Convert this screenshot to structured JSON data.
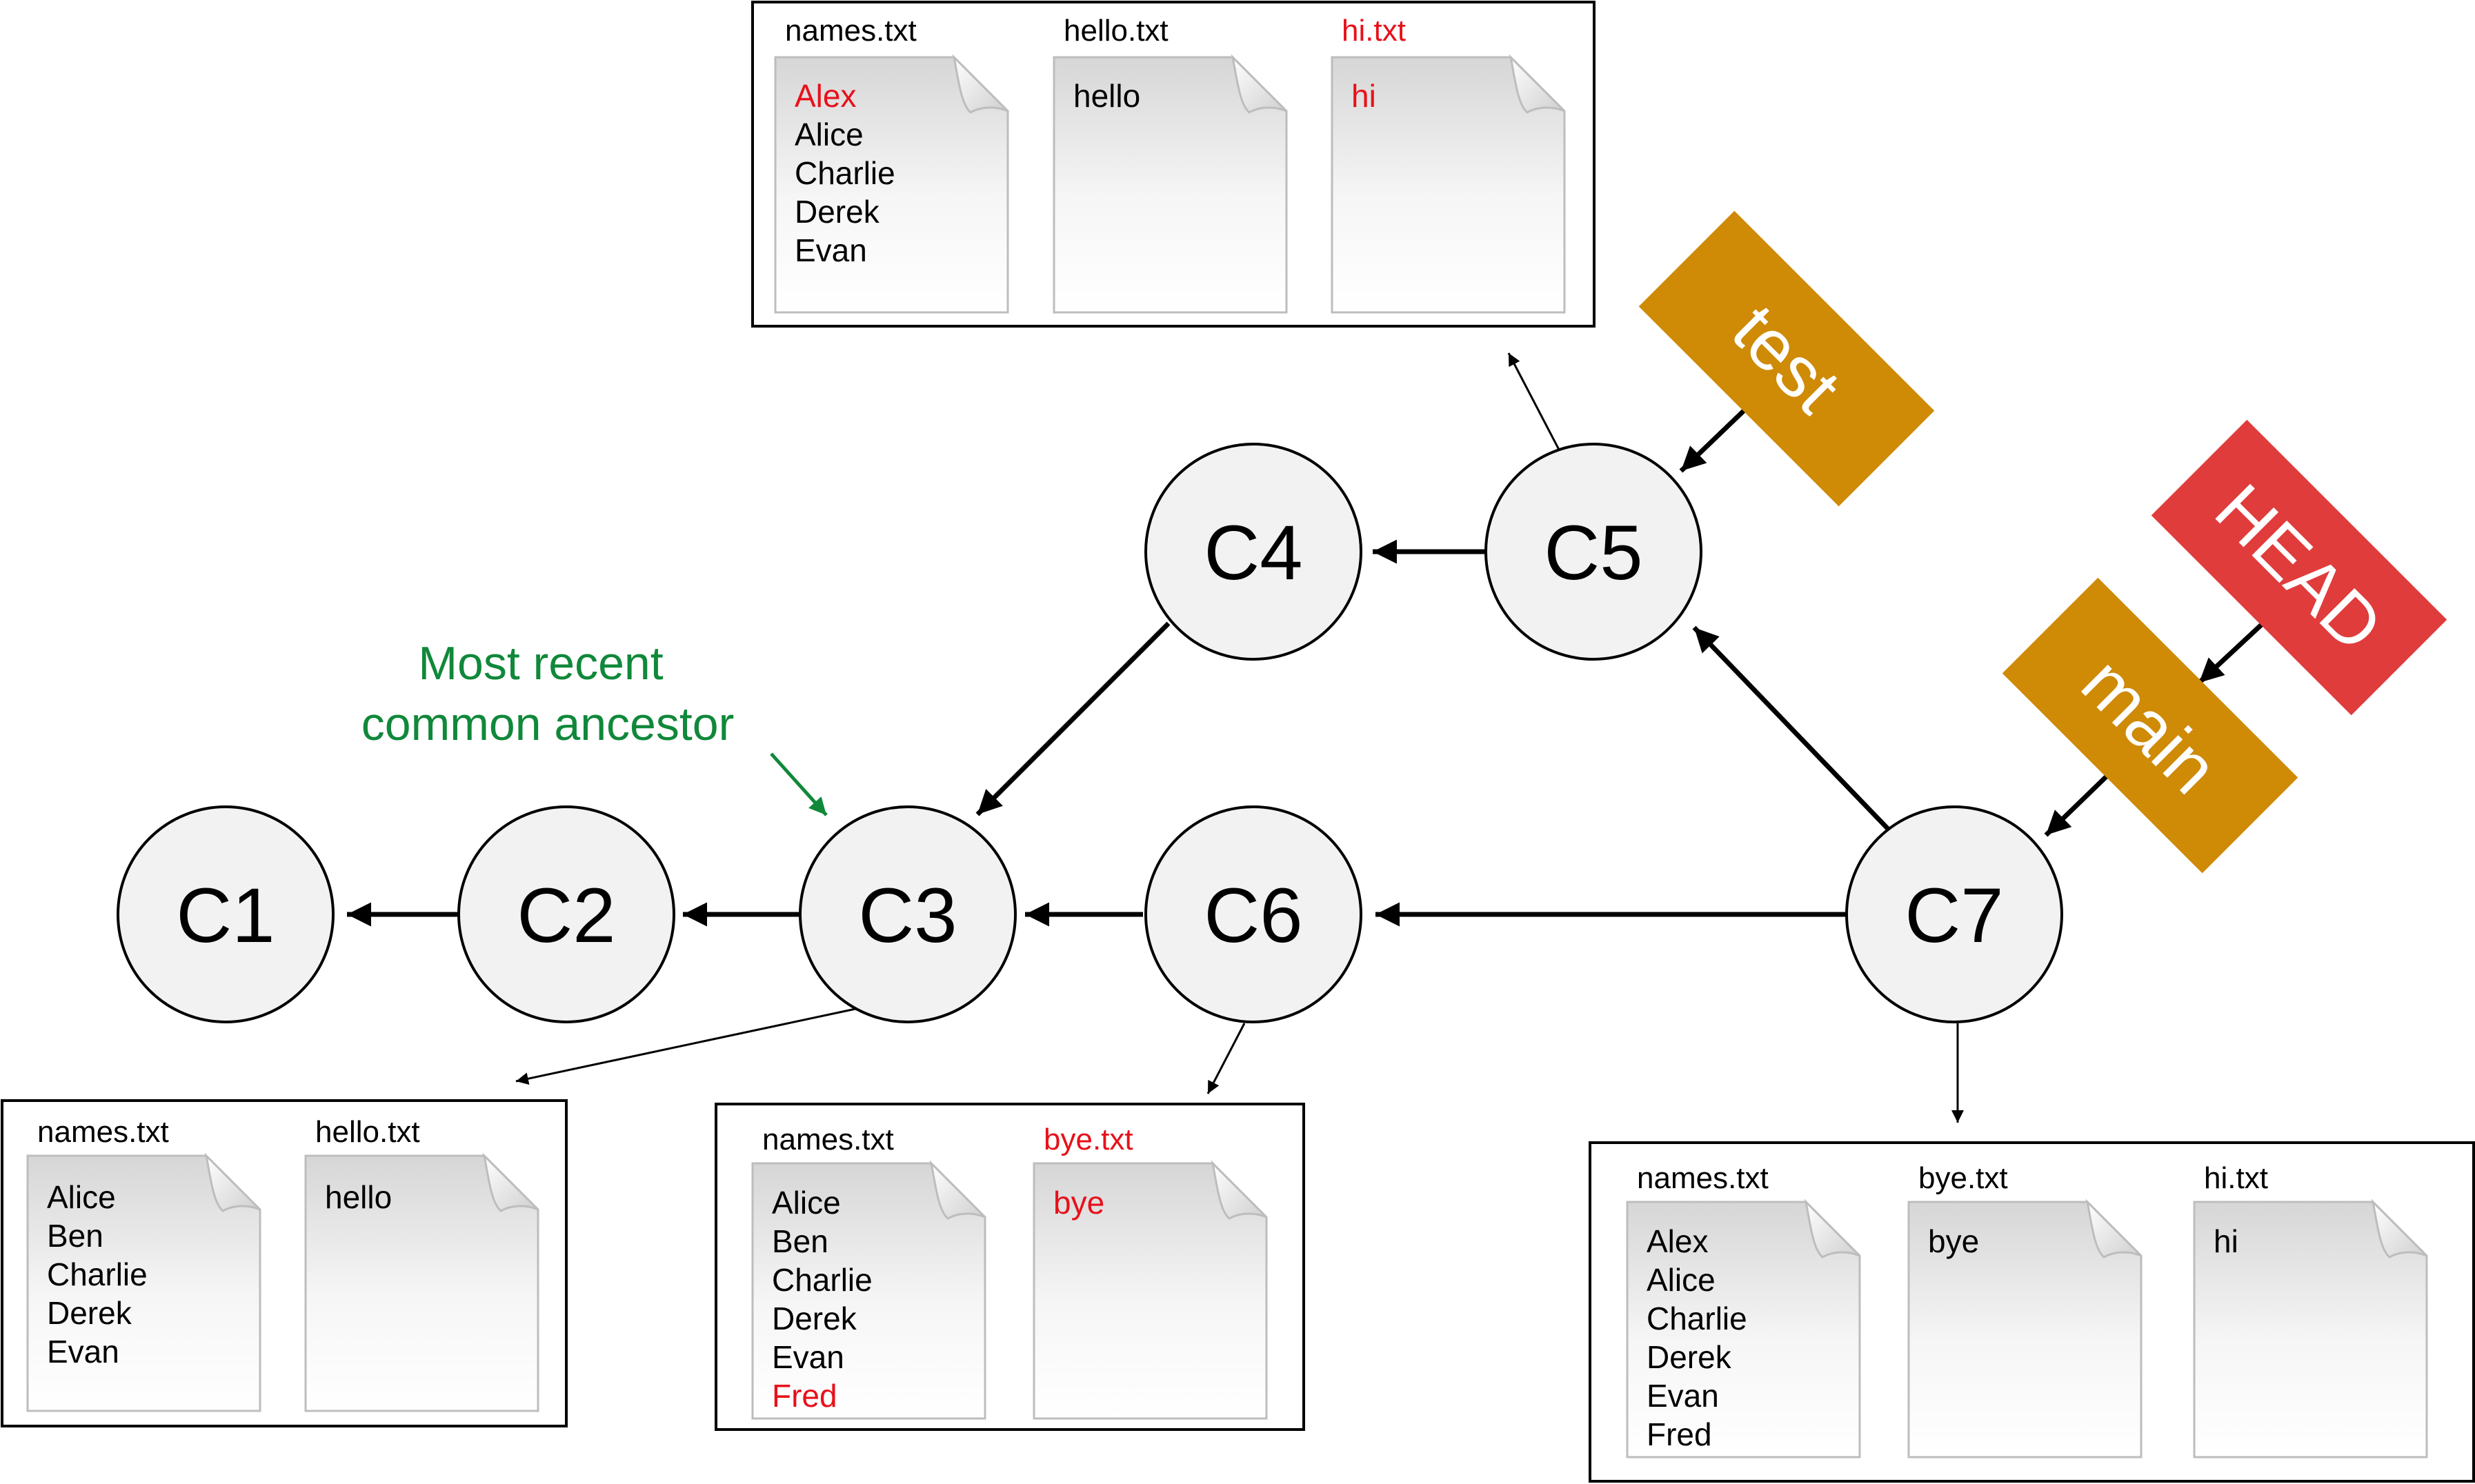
{
  "colors": {
    "node_fill": "#f2f2f2",
    "stroke": "#000000",
    "changed_text": "#e8101a",
    "annotation": "#10883a",
    "branch_tag": "#cf8a06",
    "head_tag": "#e03c3c",
    "tag_text": "#ffffff"
  },
  "commits": [
    "C1",
    "C2",
    "C3",
    "C4",
    "C5",
    "C6",
    "C7"
  ],
  "refs": {
    "test": "test",
    "head": "HEAD",
    "main": "main"
  },
  "annotation": {
    "line1": "Most recent",
    "line2": "common ancestor"
  },
  "snapshots": [
    {
      "commit": "C5",
      "files": [
        {
          "name": "names.txt",
          "changed": false,
          "lines": [
            {
              "text": "Alex",
              "changed": true
            },
            {
              "text": "Alice",
              "changed": false
            },
            {
              "text": "Charlie",
              "changed": false
            },
            {
              "text": "Derek",
              "changed": false
            },
            {
              "text": "Evan",
              "changed": false
            }
          ]
        },
        {
          "name": "hello.txt",
          "changed": false,
          "lines": [
            {
              "text": "hello",
              "changed": false
            }
          ]
        },
        {
          "name": "hi.txt",
          "changed": true,
          "lines": [
            {
              "text": "hi",
              "changed": true
            }
          ]
        }
      ]
    },
    {
      "commit": "C3",
      "files": [
        {
          "name": "names.txt",
          "changed": false,
          "lines": [
            {
              "text": "Alice",
              "changed": false
            },
            {
              "text": "Ben",
              "changed": false
            },
            {
              "text": "Charlie",
              "changed": false
            },
            {
              "text": "Derek",
              "changed": false
            },
            {
              "text": "Evan",
              "changed": false
            }
          ]
        },
        {
          "name": "hello.txt",
          "changed": false,
          "lines": [
            {
              "text": "hello",
              "changed": false
            }
          ]
        }
      ]
    },
    {
      "commit": "C6",
      "files": [
        {
          "name": "names.txt",
          "changed": false,
          "lines": [
            {
              "text": "Alice",
              "changed": false
            },
            {
              "text": "Ben",
              "changed": false
            },
            {
              "text": "Charlie",
              "changed": false
            },
            {
              "text": "Derek",
              "changed": false
            },
            {
              "text": "Evan",
              "changed": false
            },
            {
              "text": "Fred",
              "changed": true
            }
          ]
        },
        {
          "name": "bye.txt",
          "changed": true,
          "lines": [
            {
              "text": "bye",
              "changed": true
            }
          ]
        }
      ]
    },
    {
      "commit": "C7",
      "files": [
        {
          "name": "names.txt",
          "changed": false,
          "lines": [
            {
              "text": "Alex",
              "changed": false
            },
            {
              "text": "Alice",
              "changed": false
            },
            {
              "text": "Charlie",
              "changed": false
            },
            {
              "text": "Derek",
              "changed": false
            },
            {
              "text": "Evan",
              "changed": false
            },
            {
              "text": "Fred",
              "changed": false
            }
          ]
        },
        {
          "name": "bye.txt",
          "changed": false,
          "lines": [
            {
              "text": "bye",
              "changed": false
            }
          ]
        },
        {
          "name": "hi.txt",
          "changed": false,
          "lines": [
            {
              "text": "hi",
              "changed": false
            }
          ]
        }
      ]
    }
  ]
}
